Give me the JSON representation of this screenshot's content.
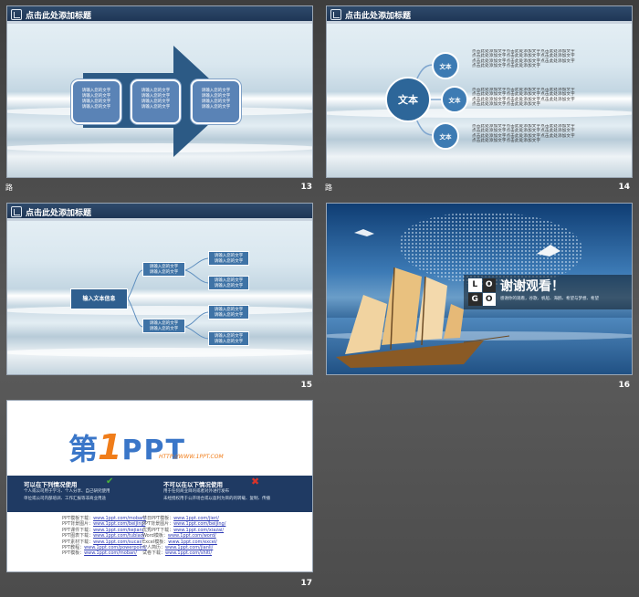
{
  "slides": {
    "s13": {
      "number": "13",
      "title": "点击此处添加标题",
      "block_text": "请输入您的文字\n请输入您的文字\n请输入您的文字\n请输入您的文字",
      "corner_label": "路"
    },
    "s14": {
      "number": "14",
      "title": "点击此处添加标题",
      "center": "文本",
      "nodes": [
        "文本",
        "文本",
        "文本"
      ],
      "paragraph": "点击此处添加文字点击此处添加文字点击此处添加文字点击此处添加文字点击此处添加文字点击此处添加文字点击此处添加文字点击此处添加文字点击此处添加文字点击此处添加文字点击此处添加文字",
      "corner_label": "路"
    },
    "s15": {
      "number": "15",
      "title": "点击此处添加标题",
      "root": "输入文本信息",
      "mid_text": "请输入您的文字\n请输入您的文字",
      "leaf_text": "请输入您的文字\n请输入您的文字"
    },
    "s16": {
      "number": "16",
      "logo_letters": [
        "L",
        "O",
        "G",
        "O"
      ],
      "headline": "谢谢观看！",
      "subline": "感谢你的观看，谷歌、帆船、海鸥、希望与梦想、希望"
    },
    "s17": {
      "number": "17",
      "brand_left": "第",
      "brand_digit": "1",
      "brand_right": "PPT",
      "brand_url": "HTTP://WWW.1PPT.COM",
      "can_title": "可以在下列情况使用",
      "can_items": [
        "个人或公司用于学习、个人分享、自己研究使用",
        "单位或公司内部培训、工作汇报等非商业用途"
      ],
      "cannot_title": "不可以在以下情况使用",
      "cannot_items": [
        "用于任何商业目的或者对外进行发布",
        "未经授权用于公开场合或以盈利为目的的转载、复制、传播"
      ],
      "links_left": [
        {
          "label": "PPT模板下载：",
          "url": "www.1ppt.com/moban/"
        },
        {
          "label": "PPT背景图片：",
          "url": "www.1ppt.com/beijing/"
        },
        {
          "label": "PPT课件下载：",
          "url": "www.1ppt.com/kejian/"
        },
        {
          "label": "PPT图表下载：",
          "url": "www.1ppt.com/tubiao/"
        },
        {
          "label": "PPT素材下载：",
          "url": "www.1ppt.com/sucai/"
        },
        {
          "label": "PPT教程：",
          "url": "www.1ppt.com/powerpoint/"
        },
        {
          "label": "PPT模板：",
          "url": "www.1ppt.com/moban/"
        }
      ],
      "links_right": [
        {
          "label": "节日PPT模板：",
          "url": "www.1ppt.com/jieri/"
        },
        {
          "label": "PPT背景图片：",
          "url": "www.1ppt.com/beijing/"
        },
        {
          "label": "优秀PPT下载：",
          "url": "www.1ppt.com/xiazai/"
        },
        {
          "label": "Word模板：",
          "url": "www.1ppt.com/word/"
        },
        {
          "label": "Excel模板：",
          "url": "www.1ppt.com/excel/"
        },
        {
          "label": "个人简历：",
          "url": "www.1ppt.com/jianli/"
        },
        {
          "label": "试卷下载：",
          "url": "www.1ppt.com/shiti/"
        }
      ]
    }
  },
  "colors": {
    "header": "#1f3656",
    "accent_blue": "#3d7bb3",
    "brand_blue": "#3a76c8",
    "brand_orange": "#f07d1a",
    "check_green": "#4bb43a",
    "cross_red": "#d8332a"
  }
}
